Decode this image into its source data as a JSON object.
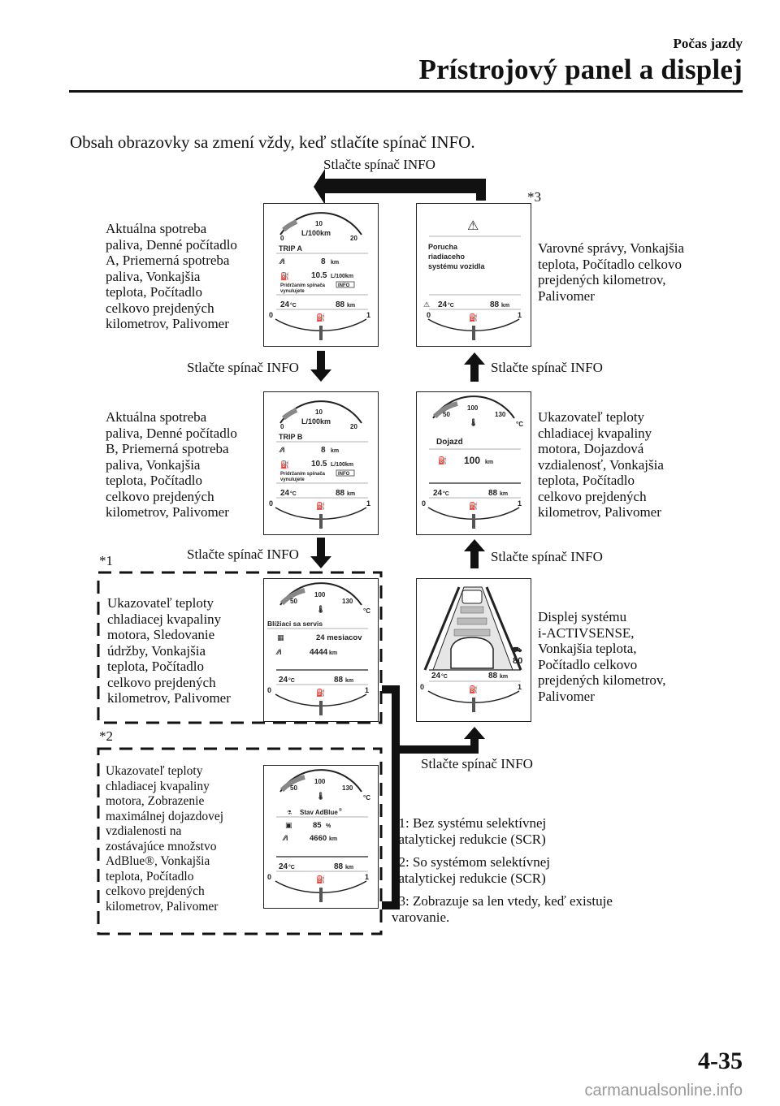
{
  "header": {
    "section": "Počas jazdy",
    "chapter": "Prístrojový panel a displej"
  },
  "intro": "Obsah obrazovky sa zmení vždy, keď stlačíte spínač INFO.",
  "press_label": "Stlačte spínač INFO",
  "stars": {
    "s1": "*1",
    "s2": "*2",
    "s3": "*3"
  },
  "labels": {
    "trip_a": [
      "Aktuálna spotreba",
      "paliva, Denné počítadlo",
      "A, Priemerná spotreba",
      "paliva, Vonkajšia",
      "teplota, Počítadlo",
      "celkovo prejdených",
      "kilometrov, Palivomer"
    ],
    "trip_b": [
      "Aktuálna spotreba",
      "paliva, Denné počítadlo",
      "B, Priemerná spotreba",
      "paliva, Vonkajšia",
      "teplota, Počítadlo",
      "celkovo prejdených",
      "kilometrov, Palivomer"
    ],
    "service": [
      "Ukazovateľ teploty",
      "chladiacej kvapaliny",
      "motora, Sledovanie",
      "údržby, Vonkajšia",
      "teplota, Počítadlo",
      "celkovo prejdených",
      "kilometrov, Palivomer"
    ],
    "adblue": [
      "Ukazovateľ teploty",
      "chladiacej kvapaliny",
      "motora, Zobrazenie",
      "maximálnej dojazdovej",
      "vzdialenosti na",
      "zostávajúce množstvo",
      "AdBlue®, Vonkajšia",
      "teplota, Počítadlo",
      "celkovo prejdených",
      "kilometrov, Palivomer"
    ],
    "warning": [
      "Varovné správy, Vonkajšia",
      "teplota, Počítadlo celkovo",
      "prejdených kilometrov,",
      "Palivomer"
    ],
    "range": [
      "Ukazovateľ teploty",
      "chladiacej kvapaliny",
      "motora, Dojazdová",
      "vzdialenosť, Vonkajšia",
      "teplota, Počítadlo",
      "celkovo prejdených",
      "kilometrov, Palivomer"
    ],
    "iactiv": [
      "Displej systému",
      "i-ACTIVSENSE,",
      "Vonkajšia teplota,",
      "Počítadlo celkovo",
      "prejdených kilometrov,",
      "Palivomer"
    ]
  },
  "notes": [
    [
      "*1: Bez systému selektívnej",
      "katalytickej redukcie (SCR)"
    ],
    [
      "*2: So systémom selektívnej",
      "katalytickej redukcie (SCR)"
    ],
    [
      "*3: Zobrazuje sa len vtedy, keď existuje",
      "varovanie."
    ]
  ],
  "panels": {
    "trip_a": {
      "gauge_0": "0",
      "gauge_10": "10",
      "gauge_20": "20",
      "unit": "L/100km",
      "trip": "TRIP A",
      "dist": "8",
      "dist_unit": "km",
      "avg": "10.5",
      "avg_unit": "L/100km",
      "hint": "Pridržaním spínača",
      "hint2": "vynulujete",
      "info": "INFO",
      "temp": "24",
      "temp_unit": "°C",
      "odo": "88",
      "odo_unit": "km",
      "fuel_0": "0",
      "fuel_1": "1"
    },
    "trip_b": {
      "gauge_0": "0",
      "gauge_10": "10",
      "gauge_20": "20",
      "unit": "L/100km",
      "trip": "TRIP B",
      "dist": "8",
      "dist_unit": "km",
      "avg": "10.5",
      "avg_unit": "L/100km",
      "hint": "Pridržaním spínača",
      "hint2": "vynulujete",
      "info": "INFO",
      "temp": "24",
      "temp_unit": "°C",
      "odo": "88",
      "odo_unit": "km",
      "fuel_0": "0",
      "fuel_1": "1"
    },
    "warning": {
      "msg1": "Porucha",
      "msg2": "riadiaceho",
      "msg3": "systému vozidla",
      "temp": "24",
      "temp_unit": "°C",
      "odo": "88",
      "odo_unit": "km",
      "fuel_0": "0",
      "fuel_1": "1"
    },
    "range": {
      "c50": "50",
      "c100": "100",
      "c130": "130",
      "cunit": "°C",
      "title": "Dojazd",
      "range": "100",
      "range_unit": "km",
      "temp": "24",
      "temp_unit": "°C",
      "odo": "88",
      "odo_unit": "km",
      "fuel_0": "0",
      "fuel_1": "1"
    },
    "service": {
      "c50": "50",
      "c100": "100",
      "c130": "130",
      "cunit": "°C",
      "title": "Blížiaci sa servis",
      "months": "24 mesiacov",
      "km": "4444",
      "km_unit": "km",
      "temp": "24",
      "temp_unit": "°C",
      "odo": "88",
      "odo_unit": "km",
      "fuel_0": "0",
      "fuel_1": "1"
    },
    "iactiv": {
      "speed": "80",
      "temp": "24",
      "temp_unit": "°C",
      "odo": "88",
      "odo_unit": "km",
      "fuel_0": "0",
      "fuel_1": "1"
    },
    "adblue": {
      "c50": "50",
      "c100": "100",
      "c130": "130",
      "cunit": "°C",
      "title": "Stav AdBlue",
      "title_sup": "®",
      "pct": "85",
      "pct_unit": "%",
      "km": "4660",
      "km_unit": "km",
      "temp": "24",
      "temp_unit": "°C",
      "odo": "88",
      "odo_unit": "km",
      "fuel_0": "0",
      "fuel_1": "1"
    }
  },
  "footer": {
    "page": "4-35",
    "watermark": "carmanualsonline.info"
  }
}
